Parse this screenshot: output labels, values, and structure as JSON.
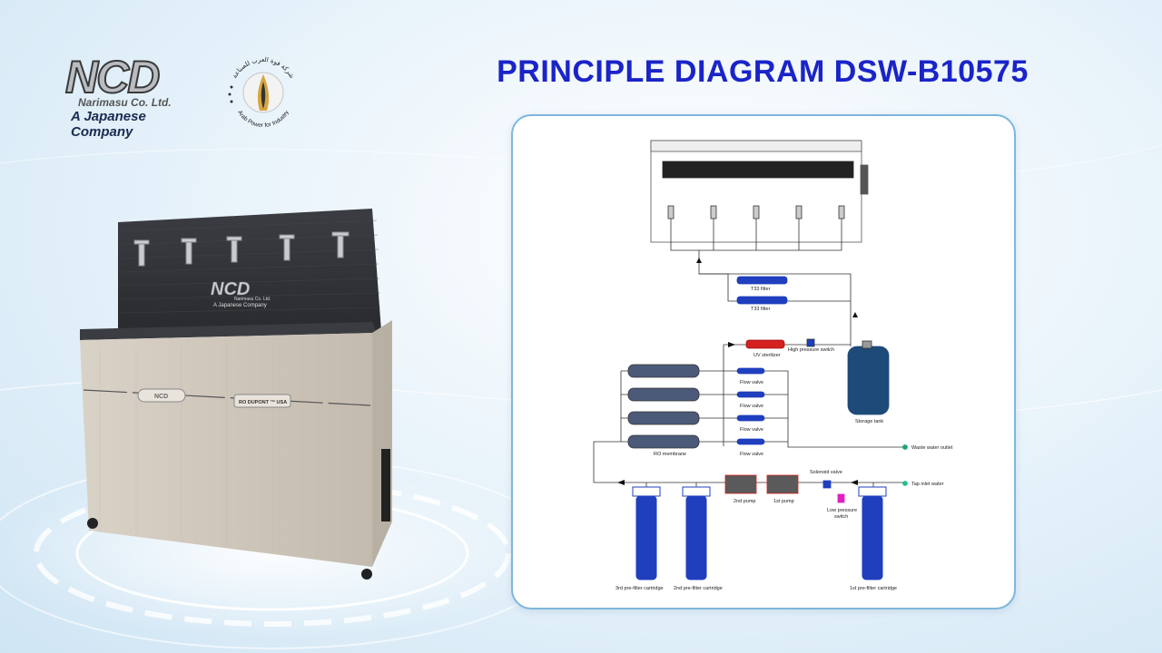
{
  "header": {
    "title": "PRINCIPLE DIAGRAM DSW-B10575"
  },
  "logos": {
    "ncd_mark": "NCD",
    "ncd_name": "Narimasu Co. Ltd.",
    "ncd_tagline": "A Japanese Company",
    "arab_power_ar": "شركة قوة العرب للصناعة",
    "arab_power_en": "Arab Power for Industry"
  },
  "machine": {
    "panel_brand": "NCD",
    "panel_brand_sub": "Narimasu Co. Ltd.",
    "panel_tagline": "A Japanese Company",
    "badge_left": "NCD",
    "badge_right": "RO DUPONT ™ USA"
  },
  "diagram": {
    "labels": {
      "t33_filter_top": "T33 filter",
      "t33_filter_bottom": "T33 filter",
      "uv_sterilizer": "UV sterilizer",
      "high_pressure_switch": "High pressure switch",
      "storage_tank": "Storage tank",
      "flow_valve_1": "Flow valve",
      "flow_valve_2": "Flow valve",
      "flow_valve_3": "Flow valve",
      "flow_valve_4": "Flow valve",
      "ro_membrane": "RO membrane",
      "waste_water_outlet": "Waste water outlet",
      "solenoid_valve": "Solenoid valve",
      "tap_inlet_water": "Tap inlet water",
      "pump_2": "2nd pump",
      "pump_1": "1st pump",
      "low_pressure_switch_line1": "Low pressure",
      "low_pressure_switch_line2": "switch",
      "prefilter_3": "3rd pre-filter cartridge",
      "prefilter_2": "2nd pre-filter cartridge",
      "prefilter_1": "1st pre-filter cartridge"
    },
    "colors": {
      "cartridge_blue": "#1f3fbf",
      "uv_red": "#d42020",
      "tank_blue": "#1e4a7a",
      "low_pressure_pink": "#e020c0",
      "outlet_teal": "#1aa37a",
      "inlet_green": "#20c090"
    }
  }
}
